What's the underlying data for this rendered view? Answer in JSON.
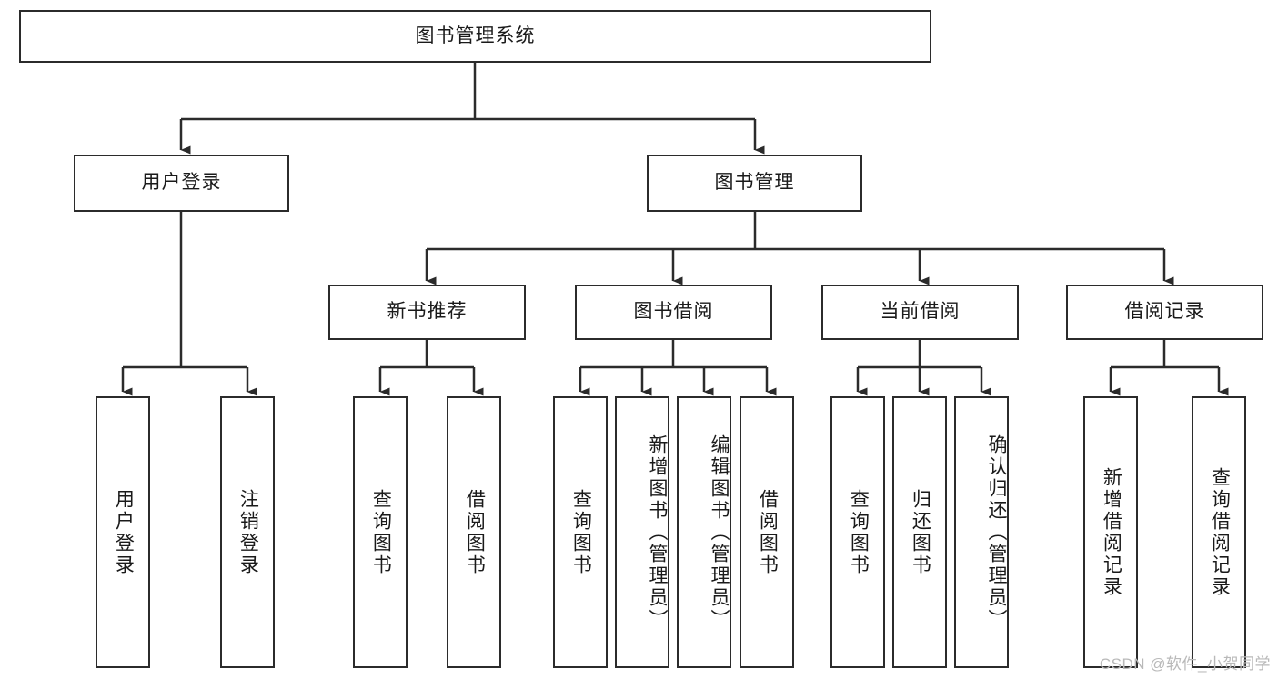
{
  "diagram": {
    "title": "图书管理系统",
    "type": "tree-hierarchy-chart",
    "root": {
      "label": "图书管理系统"
    },
    "level2": [
      {
        "label": "用户登录"
      },
      {
        "label": "图书管理"
      }
    ],
    "level3": [
      {
        "label": "新书推荐"
      },
      {
        "label": "图书借阅"
      },
      {
        "label": "当前借阅"
      },
      {
        "label": "借阅记录"
      }
    ],
    "leaves": {
      "user_login": [
        {
          "label": "用户登录"
        },
        {
          "label": "注销登录"
        }
      ],
      "new_book_recommend": [
        {
          "label": "查询图书"
        },
        {
          "label": "借阅图书"
        }
      ],
      "book_borrow": [
        {
          "label": "查询图书"
        },
        {
          "label": "新增图书（管理员）"
        },
        {
          "label": "编辑图书（管理员）"
        },
        {
          "label": "借阅图书"
        }
      ],
      "current_borrow": [
        {
          "label": "查询图书"
        },
        {
          "label": "归还图书"
        },
        {
          "label": "确认归还（管理员）"
        }
      ],
      "borrow_record": [
        {
          "label": "新增借阅记录"
        },
        {
          "label": "查询借阅记录"
        }
      ]
    }
  },
  "watermark": {
    "text": "CSDN @软件_小贺同学"
  },
  "colors": {
    "stroke": "#2b2b2b",
    "fill": "#ffffff",
    "text": "#1a1a1a",
    "watermark": "#b9b9b9"
  }
}
